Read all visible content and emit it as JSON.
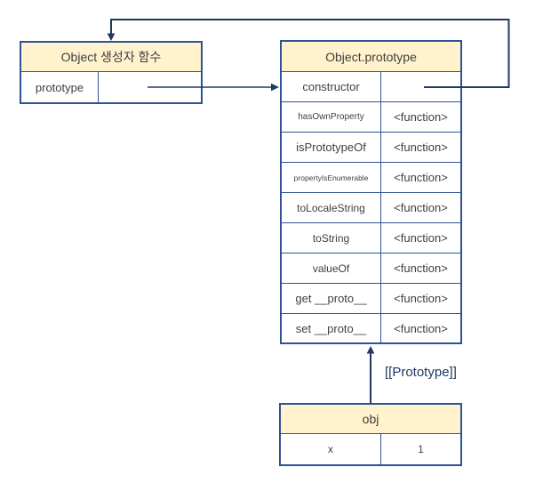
{
  "colors": {
    "border": "#2e5395",
    "arrow": "#1f3864",
    "header_fill": "#fff2cc",
    "text": "#3f3f3f",
    "background": "#ffffff"
  },
  "constructor_box": {
    "title": "Object 생성자 함수",
    "rows": [
      {
        "name": "prototype",
        "value": ""
      }
    ]
  },
  "prototype_box": {
    "title": "Object.prototype",
    "rows": [
      {
        "name": "constructor",
        "value": ""
      },
      {
        "name": "hasOwnProperty",
        "value": "<function>"
      },
      {
        "name": "isPrototypeOf",
        "value": "<function>"
      },
      {
        "name": "propertyIsEnumerable",
        "value": "<function>"
      },
      {
        "name": "toLocaleString",
        "value": "<function>"
      },
      {
        "name": "toString",
        "value": "<function>"
      },
      {
        "name": "valueOf",
        "value": "<function>"
      },
      {
        "name": "get __proto__",
        "value": "<function>"
      },
      {
        "name": "set __proto__",
        "value": "<function>"
      }
    ]
  },
  "obj_box": {
    "title": "obj",
    "rows": [
      {
        "name": "x",
        "value": "1"
      }
    ]
  },
  "labels": {
    "prototype_link": "[[Prototype]]"
  }
}
